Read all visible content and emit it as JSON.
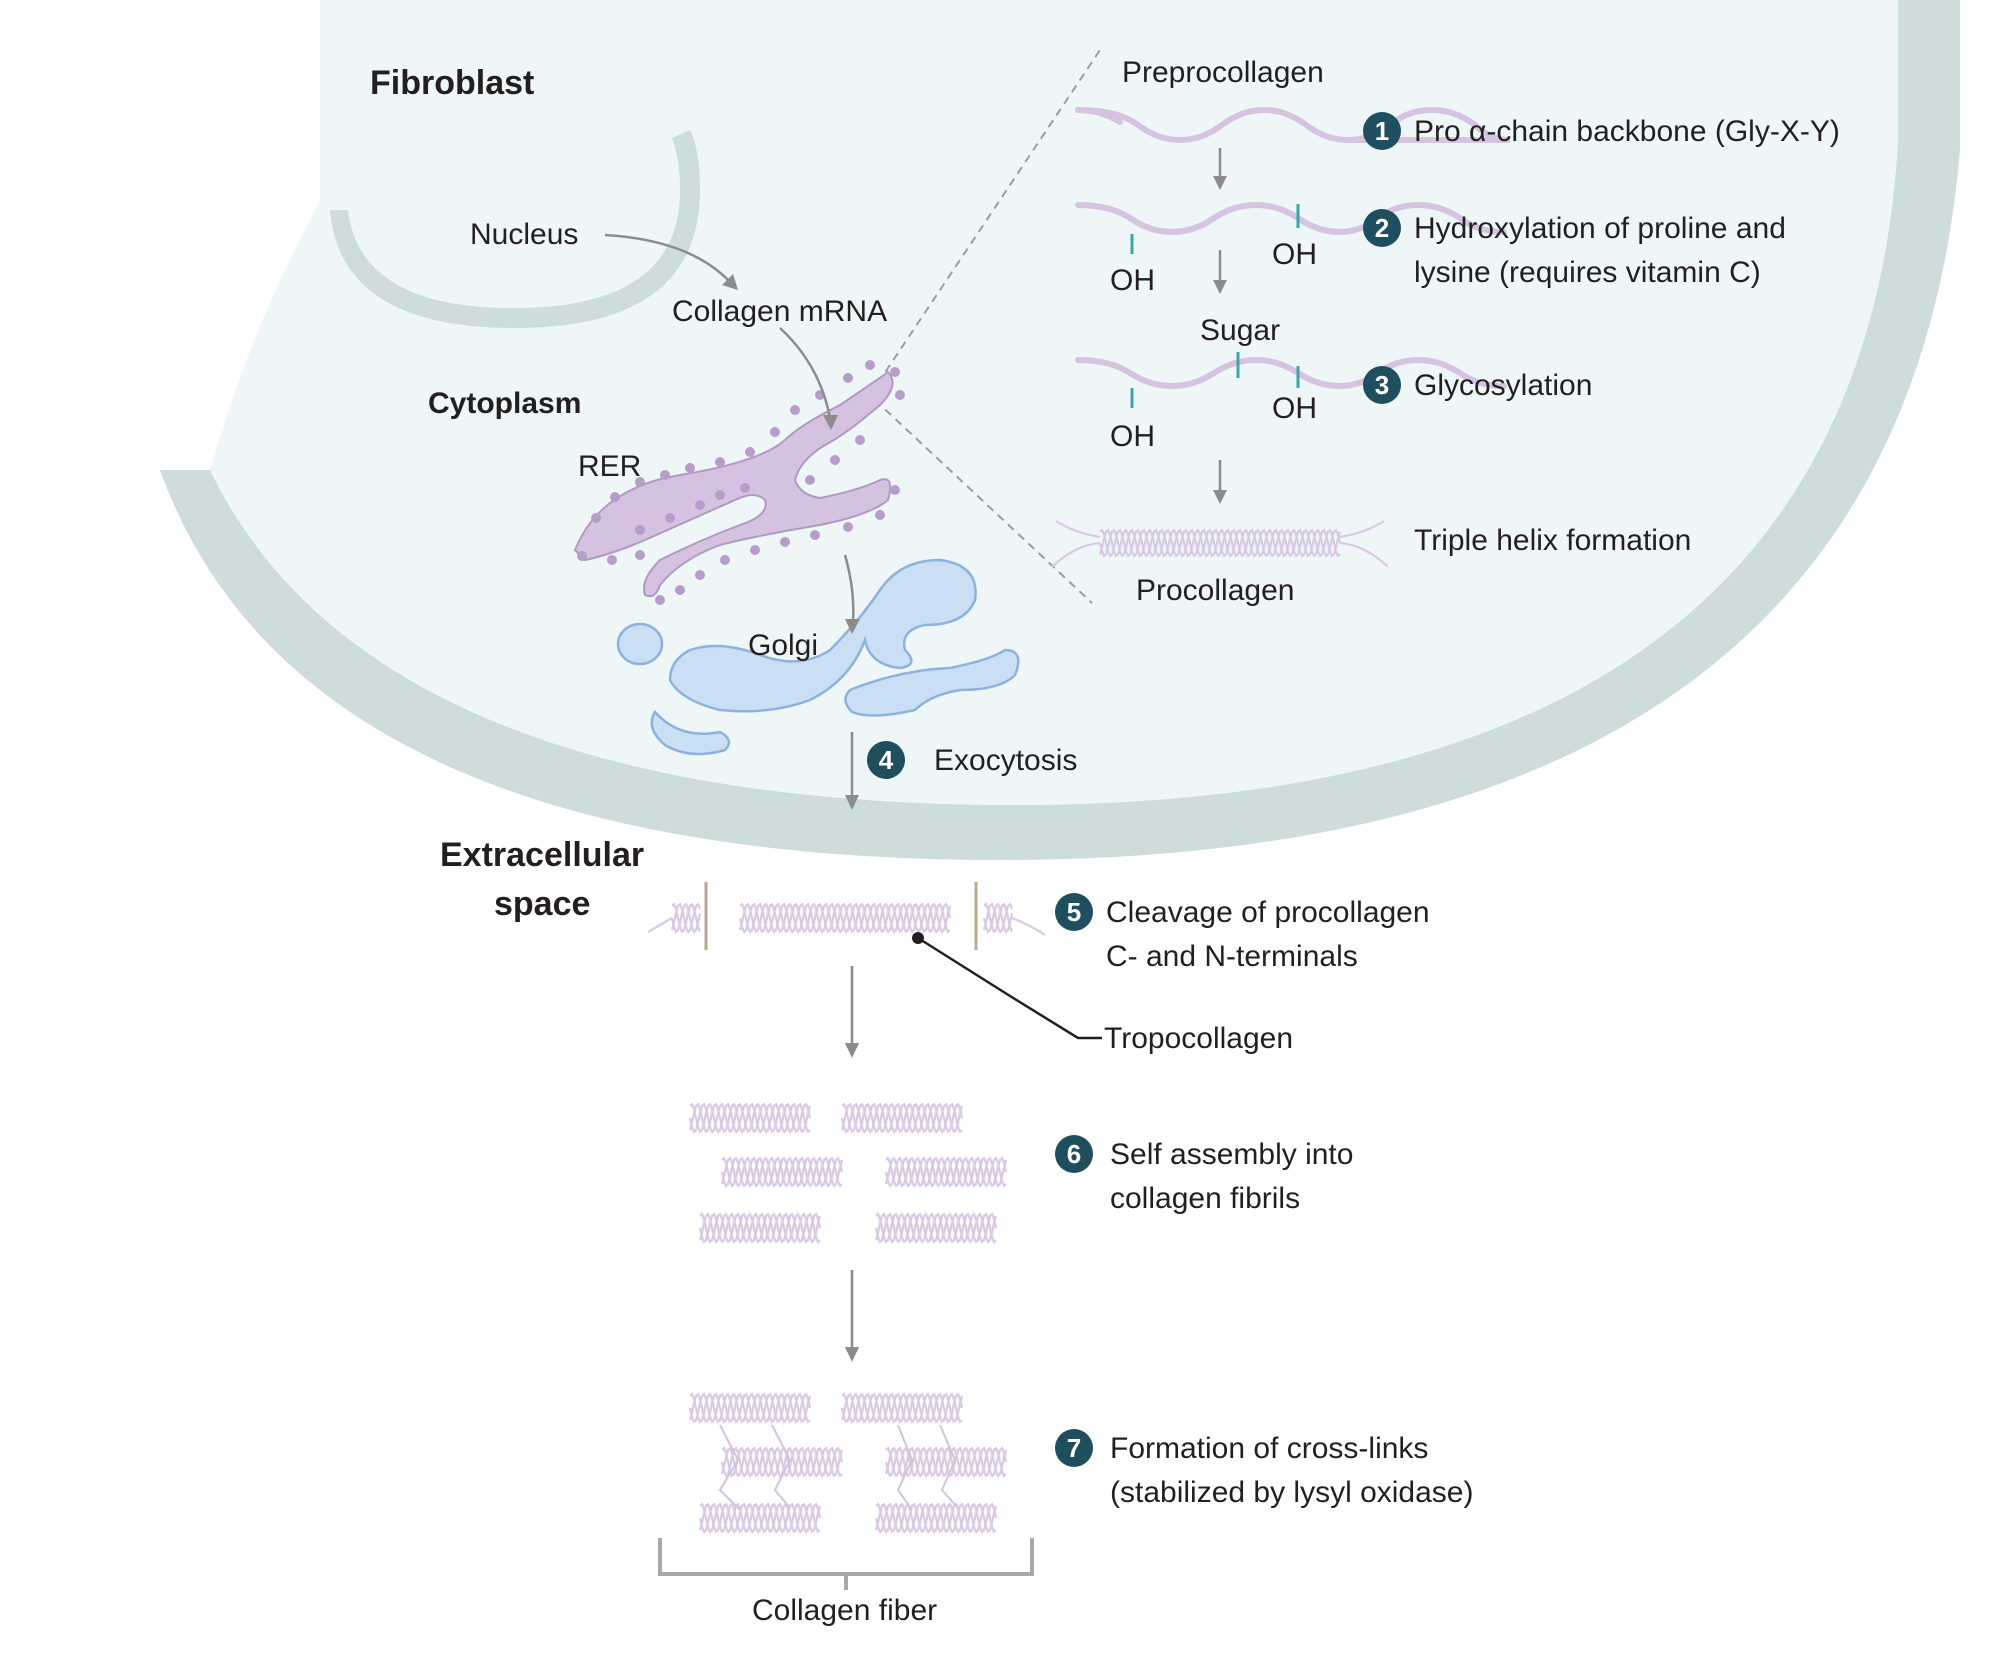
{
  "labels": {
    "fibroblast": "Fibroblast",
    "nucleus": "Nucleus",
    "collagen_mrna": "Collagen mRNA",
    "cytoplasm": "Cytoplasm",
    "rer": "RER",
    "golgi": "Golgi",
    "preprocollagen": "Preprocollagen",
    "oh": "OH",
    "sugar": "Sugar",
    "procollagen": "Procollagen",
    "extracellular_line1": "Extracellular",
    "extracellular_line2": "space",
    "tropocollagen": "Tropocollagen",
    "collagen_fiber": "Collagen fiber"
  },
  "steps": [
    {
      "number": "1",
      "lines": [
        "Pro α-chain backbone (Gly-X-Y)"
      ]
    },
    {
      "number": "2",
      "lines": [
        "Hydroxylation of proline and",
        "lysine (requires vitamin C)"
      ]
    },
    {
      "number": "3",
      "lines": [
        "Glycosylation"
      ]
    },
    {
      "number": "4",
      "lines": [
        "Exocytosis"
      ]
    },
    {
      "number": "5",
      "lines": [
        "Cleavage of procollagen",
        "C- and N-terminals"
      ]
    },
    {
      "number": "6",
      "lines": [
        "Self assembly into",
        "collagen fibrils"
      ]
    },
    {
      "number": "7",
      "lines": [
        "Formation of cross-links",
        "(stabilized by lysyl oxidase)"
      ]
    }
  ],
  "triple_helix_label": "Triple helix formation",
  "colors": {
    "cell_fill": "#eef6f7",
    "cell_border": "#cfdcdc",
    "rer": "#d4c2e0",
    "rer_dot": "#b89cc9",
    "golgi": "#cbdff4",
    "golgi_stroke": "#8eb2de",
    "badge": "#1f4e5f",
    "oh_tick": "#3aa6a6"
  }
}
